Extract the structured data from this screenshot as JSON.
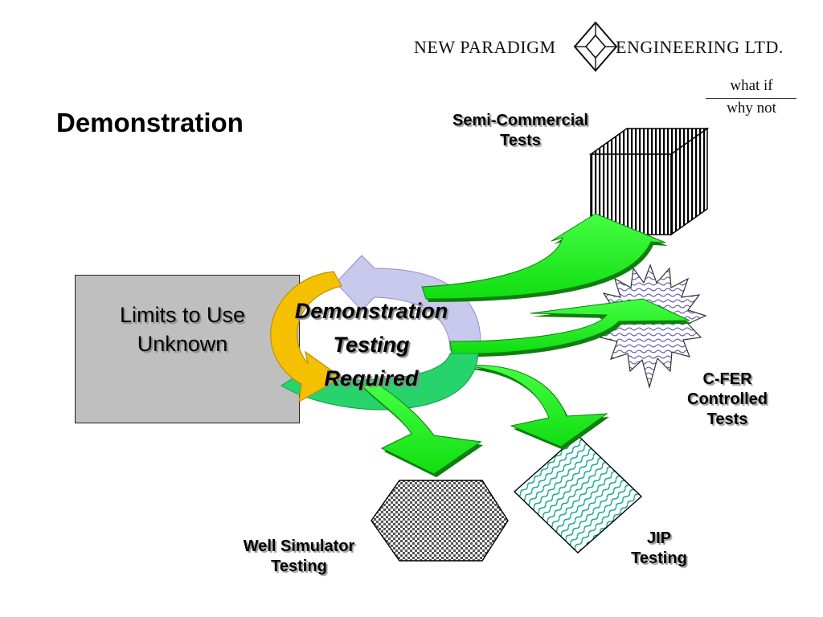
{
  "slide": {
    "title": "Demonstration"
  },
  "brand": {
    "name_left": "NEW PARADIGM",
    "name_right": "ENGINEERING LTD.",
    "tagline_top": "what if",
    "tagline_bottom": "why not"
  },
  "diagram": {
    "source_box": {
      "line1": "Limits to Use",
      "line2": "Unknown"
    },
    "center": {
      "line1": "Demonstration",
      "line2": "Testing",
      "line3": "Required"
    },
    "outcomes": [
      {
        "line1": "Semi-Commercial",
        "line2": "Tests",
        "line3": ""
      },
      {
        "line1": "C-FER",
        "line2": "Controlled",
        "line3": "Tests"
      },
      {
        "line1": "JIP",
        "line2": "Testing",
        "line3": ""
      },
      {
        "line1": "Well Simulator",
        "line2": "Testing",
        "line3": ""
      }
    ],
    "colors": {
      "arrow_green": "#22ff22",
      "arrow_dark": "#0f7f0f",
      "cycle_yellow": "#f5c000",
      "cycle_lavender": "#c9c9ee",
      "cycle_green": "#27d46c",
      "box_gray": "#bfbfbf"
    }
  }
}
